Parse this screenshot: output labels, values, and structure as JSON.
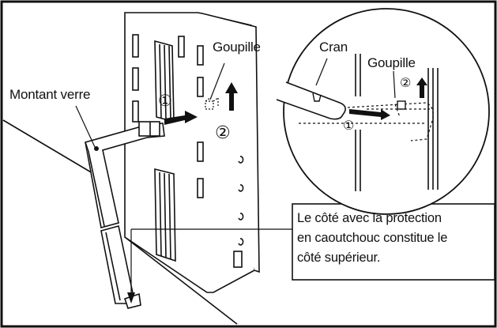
{
  "labels": {
    "goupille_left": "Goupille",
    "montant_verre": "Montant verre",
    "cran": "Cran",
    "goupille_right": "Goupille",
    "step1": "①",
    "step2": "②"
  },
  "callout": {
    "line1": "Le côté avec la protection",
    "line2": "en caoutchouc constitue le",
    "line3": "côté supérieur."
  },
  "colors": {
    "line": "#111111",
    "background": "#ffffff"
  }
}
